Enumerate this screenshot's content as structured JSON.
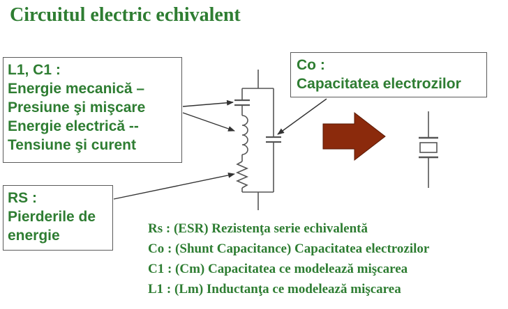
{
  "title": "Circuitul electric echivalent",
  "box_l1c1": {
    "lines": [
      "L1, C1 :",
      "Energie mecanică –",
      "Presiune şi mişcare",
      "Energie electrică --",
      "Tensiune şi curent"
    ]
  },
  "box_rs": {
    "lines": [
      "RS :",
      "Pierderile de",
      "energie"
    ]
  },
  "box_co": {
    "lines": [
      "Co :",
      "Capacitatea electrozilor"
    ]
  },
  "legend": {
    "lines": [
      "Rs : (ESR) Rezistenţa serie echivalentă",
      "Co : (Shunt Capacitance) Capacitatea electrozilor",
      "C1 : (Cm) Capacitatea ce modelează mişcarea",
      "L1 : (Lm) Inductanţa ce modelează mişcarea"
    ]
  },
  "colors": {
    "text_green": "#2e7d32",
    "arrow_fill": "#8b2a0c",
    "wire": "#555555"
  }
}
